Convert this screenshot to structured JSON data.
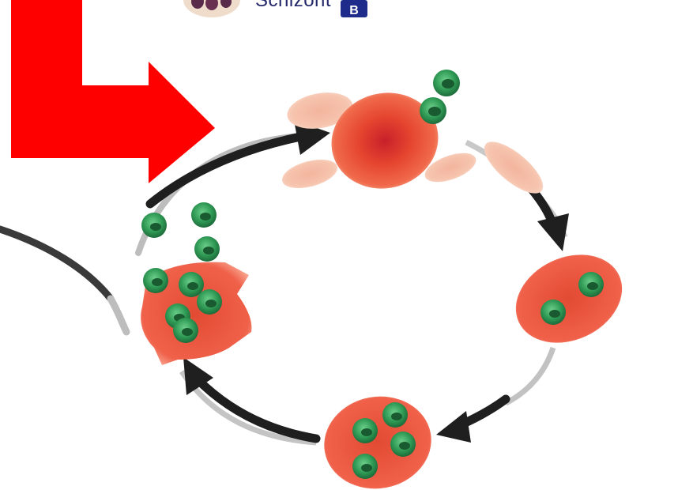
{
  "header": {
    "stage_label": "Schizont",
    "stage_badge": "B"
  },
  "colors": {
    "pointer_arrow": "#ff0000",
    "cycle_arrow": "#1f1f1f",
    "rbc_fill": "#e34a33",
    "rbc_pale": "#f2b49a",
    "merozoite": "#2f9a55",
    "merozoite_dark": "#1d6b3a"
  },
  "diagram": {
    "type": "life-cycle",
    "stages": [
      "infected-rbc-top",
      "ring-stage-right",
      "schizont-bottom",
      "rupturing-cell-left"
    ],
    "arrow_direction": "clockwise"
  }
}
